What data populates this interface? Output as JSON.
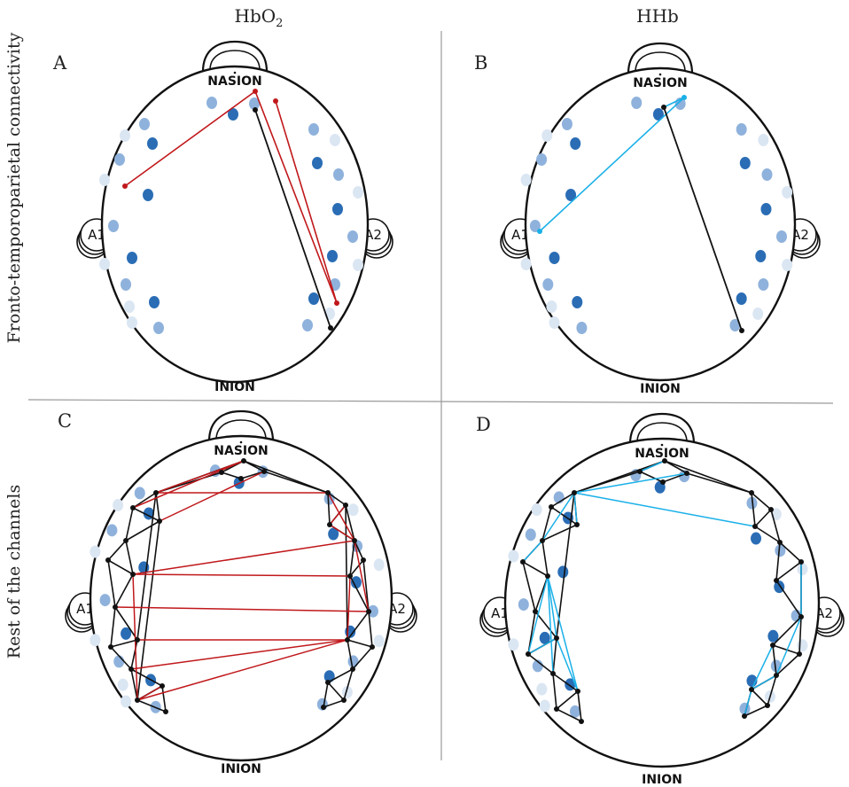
{
  "columns": {
    "left": "HbO",
    "left_sub": "2",
    "right": "HHb"
  },
  "rows": {
    "top": "Fronto-temporoparietal connectivity",
    "bottom": "Rest of the channels"
  },
  "landmarks": {
    "nasion": "NASION",
    "inion": "INION",
    "left_ear": "A1",
    "right_ear": "A2"
  },
  "colors": {
    "hbo2_link": "#c0181b",
    "hhb_link": "#1ab0e8",
    "other_link": "#000000",
    "dot_dark": "#2a6db5",
    "dot_mid": "#8fb2dc",
    "dot_light": "#dbe6f3"
  },
  "panels": [
    {
      "id": "A",
      "letter": "A"
    },
    {
      "id": "B",
      "letter": "B"
    },
    {
      "id": "C",
      "letter": "C"
    },
    {
      "id": "D",
      "letter": "D"
    }
  ]
}
